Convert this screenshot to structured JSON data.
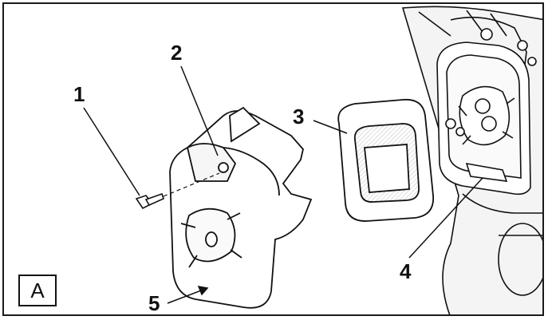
{
  "figure": {
    "panel_label": "A",
    "callouts": [
      {
        "id": "c1",
        "text": "1"
      },
      {
        "id": "c2",
        "text": "2"
      },
      {
        "id": "c3",
        "text": "3"
      },
      {
        "id": "c4",
        "text": "4"
      },
      {
        "id": "c5",
        "text": "5"
      }
    ]
  }
}
